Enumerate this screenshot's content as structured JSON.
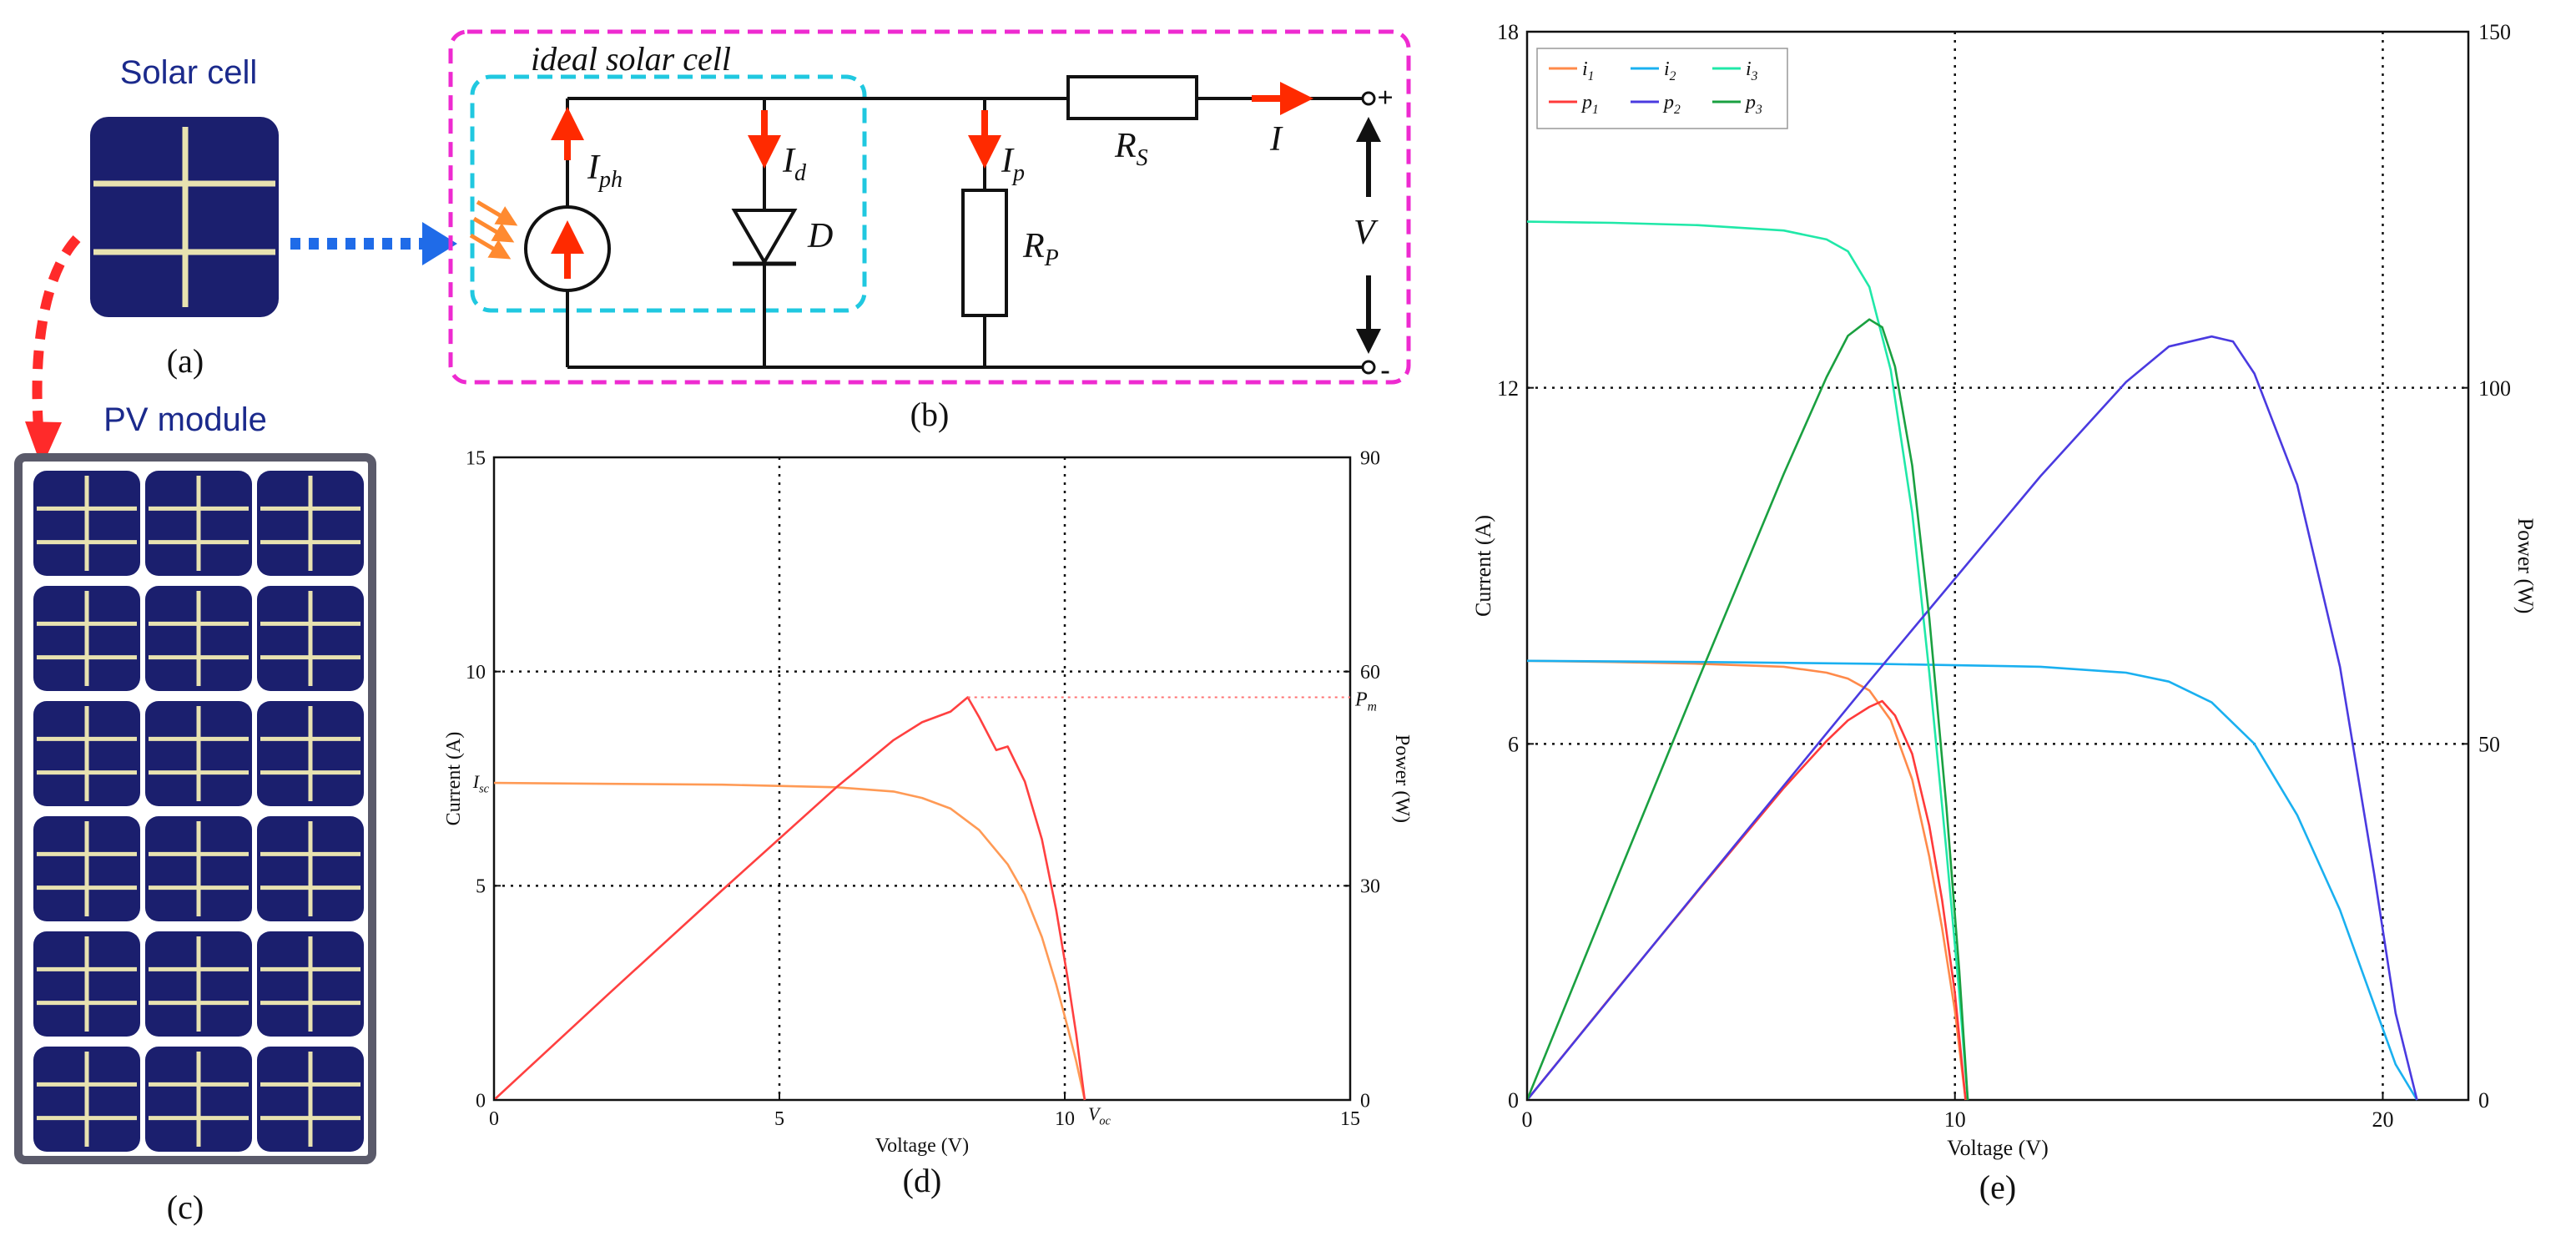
{
  "panels": {
    "a": {
      "caption": "(a)",
      "title": "Solar cell",
      "cell_color": "#1b1f6e",
      "busbar_color": "#e8e2b0"
    },
    "b": {
      "caption": "(b)",
      "ideal_label": "ideal solar cell",
      "labels": {
        "Iph": "I",
        "Iph_sub": "ph",
        "Id": "I",
        "Id_sub": "d",
        "Ip": "I",
        "Ip_sub": "p",
        "Rs": "R",
        "Rs_sub": "S",
        "Rp": "R",
        "Rp_sub": "P",
        "D": "D",
        "I": "I",
        "V": "V",
        "plus": "+",
        "minus": "-"
      },
      "colors": {
        "border": "#ee2ad0",
        "ideal_box": "#20c8e0",
        "arrow": "#ff2a00",
        "light_rays": "#ff8a30"
      }
    },
    "c": {
      "caption": "(c)",
      "title": "PV module",
      "rows": 6,
      "cols": 3,
      "frame_color": "#5a5a6a",
      "cell_color": "#1b1f6e",
      "link_arrow_color": "#ff2a2a",
      "connector_arrow_color": "#1f6be8"
    }
  },
  "chart_data": [
    {
      "id": "d",
      "caption": "(d)",
      "type": "line",
      "xlabel": "Voltage (V)",
      "ylabel": "Current (A)",
      "ylabel_right": "Power (W)",
      "xlim": [
        0,
        15
      ],
      "ylim": [
        0,
        15
      ],
      "ylim_right": [
        0,
        90
      ],
      "x_ticks": [
        0,
        5,
        10,
        15
      ],
      "x_tick_labels": [
        "0",
        "5",
        "10",
        "15"
      ],
      "y_ticks": [
        0,
        5,
        10,
        15
      ],
      "y_tick_labels": [
        "0",
        "5",
        "10",
        "15"
      ],
      "y_right_ticks": [
        0,
        30,
        60,
        90
      ],
      "y_right_tick_labels": [
        "0",
        "30",
        "60",
        "90"
      ],
      "grid_x": [
        5,
        10
      ],
      "grid_y": [
        5,
        10
      ],
      "annotations": {
        "Isc": {
          "text": "I",
          "sub": "sc",
          "value": 7.4
        },
        "Voc": {
          "text": "V",
          "sub": "oc",
          "value": 10.35
        },
        "Pm": {
          "text": "P",
          "sub": "m",
          "value": 56.4
        }
      },
      "series": [
        {
          "axis": "left",
          "color": "#ff9a55",
          "points": [
            [
              0,
              7.4
            ],
            [
              2,
              7.38
            ],
            [
              4,
              7.36
            ],
            [
              6,
              7.3
            ],
            [
              7,
              7.2
            ],
            [
              7.5,
              7.05
            ],
            [
              8,
              6.8
            ],
            [
              8.5,
              6.3
            ],
            [
              9,
              5.5
            ],
            [
              9.3,
              4.8
            ],
            [
              9.6,
              3.8
            ],
            [
              9.85,
              2.7
            ],
            [
              10.05,
              1.7
            ],
            [
              10.2,
              0.9
            ],
            [
              10.35,
              0
            ]
          ]
        },
        {
          "axis": "right",
          "color": "#ff4040",
          "points": [
            [
              0,
              0
            ],
            [
              2,
              14.8
            ],
            [
              4,
              29.4
            ],
            [
              6,
              43.8
            ],
            [
              7,
              50.4
            ],
            [
              7.5,
              52.9
            ],
            [
              8,
              54.4
            ],
            [
              8.3,
              56.4
            ],
            [
              8.5,
              53.6
            ],
            [
              8.8,
              49.0
            ],
            [
              9,
              49.5
            ],
            [
              9.3,
              44.6
            ],
            [
              9.6,
              36.5
            ],
            [
              9.85,
              26.6
            ],
            [
              10.05,
              17.1
            ],
            [
              10.2,
              9.2
            ],
            [
              10.35,
              0
            ]
          ]
        }
      ]
    },
    {
      "id": "e",
      "caption": "(e)",
      "type": "line",
      "xlabel": "Voltage (V)",
      "ylabel": "Current (A)",
      "ylabel_right": "Power (W)",
      "xlim": [
        0,
        22
      ],
      "ylim": [
        0,
        18
      ],
      "ylim_right": [
        0,
        150
      ],
      "x_ticks": [
        0,
        10,
        20
      ],
      "x_tick_labels": [
        "0",
        "10",
        "20"
      ],
      "y_ticks": [
        0,
        6,
        12,
        18
      ],
      "y_tick_labels": [
        "0",
        "6",
        "12",
        "18"
      ],
      "y_right_ticks": [
        0,
        50,
        100,
        150
      ],
      "y_right_tick_labels": [
        "0",
        "50",
        "100",
        "150"
      ],
      "grid_x": [
        10,
        20
      ],
      "grid_y": [
        6,
        12
      ],
      "legend": {
        "position": "top-left",
        "entries": [
          {
            "name": "i",
            "sub": "1",
            "color": "#ff8a4a"
          },
          {
            "name": "i",
            "sub": "2",
            "color": "#1ab0f0"
          },
          {
            "name": "i",
            "sub": "3",
            "color": "#20e8a8"
          },
          {
            "name": "p",
            "sub": "1",
            "color": "#ff3a3a"
          },
          {
            "name": "p",
            "sub": "2",
            "color": "#4a3ae0"
          },
          {
            "name": "p",
            "sub": "3",
            "color": "#1aa040"
          }
        ]
      },
      "series": [
        {
          "axis": "left",
          "color": "#ff8a4a",
          "points": [
            [
              0,
              7.4
            ],
            [
              2,
              7.38
            ],
            [
              4,
              7.35
            ],
            [
              6,
              7.3
            ],
            [
              7,
              7.2
            ],
            [
              7.5,
              7.1
            ],
            [
              8,
              6.9
            ],
            [
              8.5,
              6.4
            ],
            [
              9,
              5.4
            ],
            [
              9.4,
              4.1
            ],
            [
              9.7,
              2.9
            ],
            [
              10,
              1.5
            ],
            [
              10.25,
              0
            ]
          ]
        },
        {
          "axis": "left",
          "color": "#1ab0f0",
          "points": [
            [
              0,
              7.4
            ],
            [
              4,
              7.38
            ],
            [
              8,
              7.35
            ],
            [
              12,
              7.3
            ],
            [
              14,
              7.2
            ],
            [
              15,
              7.05
            ],
            [
              16,
              6.7
            ],
            [
              17,
              6.0
            ],
            [
              18,
              4.8
            ],
            [
              19,
              3.2
            ],
            [
              19.8,
              1.6
            ],
            [
              20.3,
              0.6
            ],
            [
              20.8,
              0
            ]
          ]
        },
        {
          "axis": "left",
          "color": "#20e8a8",
          "points": [
            [
              0,
              14.8
            ],
            [
              2,
              14.78
            ],
            [
              4,
              14.74
            ],
            [
              6,
              14.65
            ],
            [
              7,
              14.5
            ],
            [
              7.5,
              14.3
            ],
            [
              8,
              13.7
            ],
            [
              8.5,
              12.3
            ],
            [
              9,
              9.9
            ],
            [
              9.4,
              7.2
            ],
            [
              9.8,
              4.2
            ],
            [
              10.1,
              1.8
            ],
            [
              10.3,
              0
            ]
          ]
        },
        {
          "axis": "right",
          "color": "#ff3a3a",
          "points": [
            [
              0,
              0
            ],
            [
              2,
              14.8
            ],
            [
              4,
              29.4
            ],
            [
              6,
              43.8
            ],
            [
              7,
              50.4
            ],
            [
              7.5,
              53.3
            ],
            [
              8,
              55.2
            ],
            [
              8.3,
              56.0
            ],
            [
              8.6,
              54.0
            ],
            [
              9,
              48.6
            ],
            [
              9.4,
              38.5
            ],
            [
              9.7,
              28.1
            ],
            [
              10,
              15.0
            ],
            [
              10.25,
              0
            ]
          ]
        },
        {
          "axis": "right",
          "color": "#4a3ae0",
          "points": [
            [
              0,
              0
            ],
            [
              4,
              29.5
            ],
            [
              8,
              58.8
            ],
            [
              12,
              87.6
            ],
            [
              14,
              100.8
            ],
            [
              15,
              105.8
            ],
            [
              16,
              107.2
            ],
            [
              16.5,
              106.5
            ],
            [
              17,
              102.0
            ],
            [
              18,
              86.4
            ],
            [
              19,
              60.8
            ],
            [
              19.8,
              31.7
            ],
            [
              20.3,
              12.2
            ],
            [
              20.8,
              0
            ]
          ]
        },
        {
          "axis": "right",
          "color": "#1aa040",
          "points": [
            [
              0,
              0
            ],
            [
              2,
              29.6
            ],
            [
              4,
              59.0
            ],
            [
              6,
              87.9
            ],
            [
              7,
              101.5
            ],
            [
              7.5,
              107.3
            ],
            [
              8,
              109.6
            ],
            [
              8.3,
              108.5
            ],
            [
              8.6,
              103.0
            ],
            [
              9,
              89.1
            ],
            [
              9.4,
              67.7
            ],
            [
              9.8,
              41.2
            ],
            [
              10.1,
              18.2
            ],
            [
              10.3,
              0
            ]
          ]
        }
      ]
    }
  ]
}
